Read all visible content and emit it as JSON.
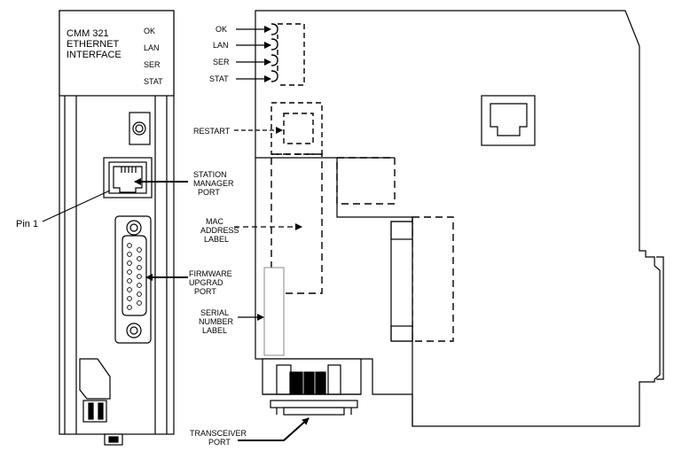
{
  "module": {
    "title_lines": [
      "CMM 321",
      "ETHERNET",
      "INTERFACE"
    ],
    "leds": [
      "OK",
      "LAN",
      "SER",
      "STAT"
    ]
  },
  "callouts": {
    "pin1": "Pin 1",
    "station_manager_port": [
      "STATION",
      "MANAGER",
      "PORT"
    ],
    "mac_address_label": [
      "MAC",
      "ADDRESS",
      "LABEL"
    ],
    "firmware_upgrade_port": [
      "FIRMWARE",
      "UPGRAD",
      "PORT"
    ],
    "serial_number_label": [
      "SERIAL",
      "NUMBER",
      "LABEL"
    ],
    "restart": "RESTART",
    "transceiver_port": [
      "TRANSCEIVER",
      "PORT"
    ]
  },
  "side_view_leds": [
    "OK",
    "LAN",
    "SER",
    "STAT"
  ],
  "colors": {
    "line": "#000000",
    "background": "#ffffff",
    "serial_label_stroke": "#888888"
  }
}
